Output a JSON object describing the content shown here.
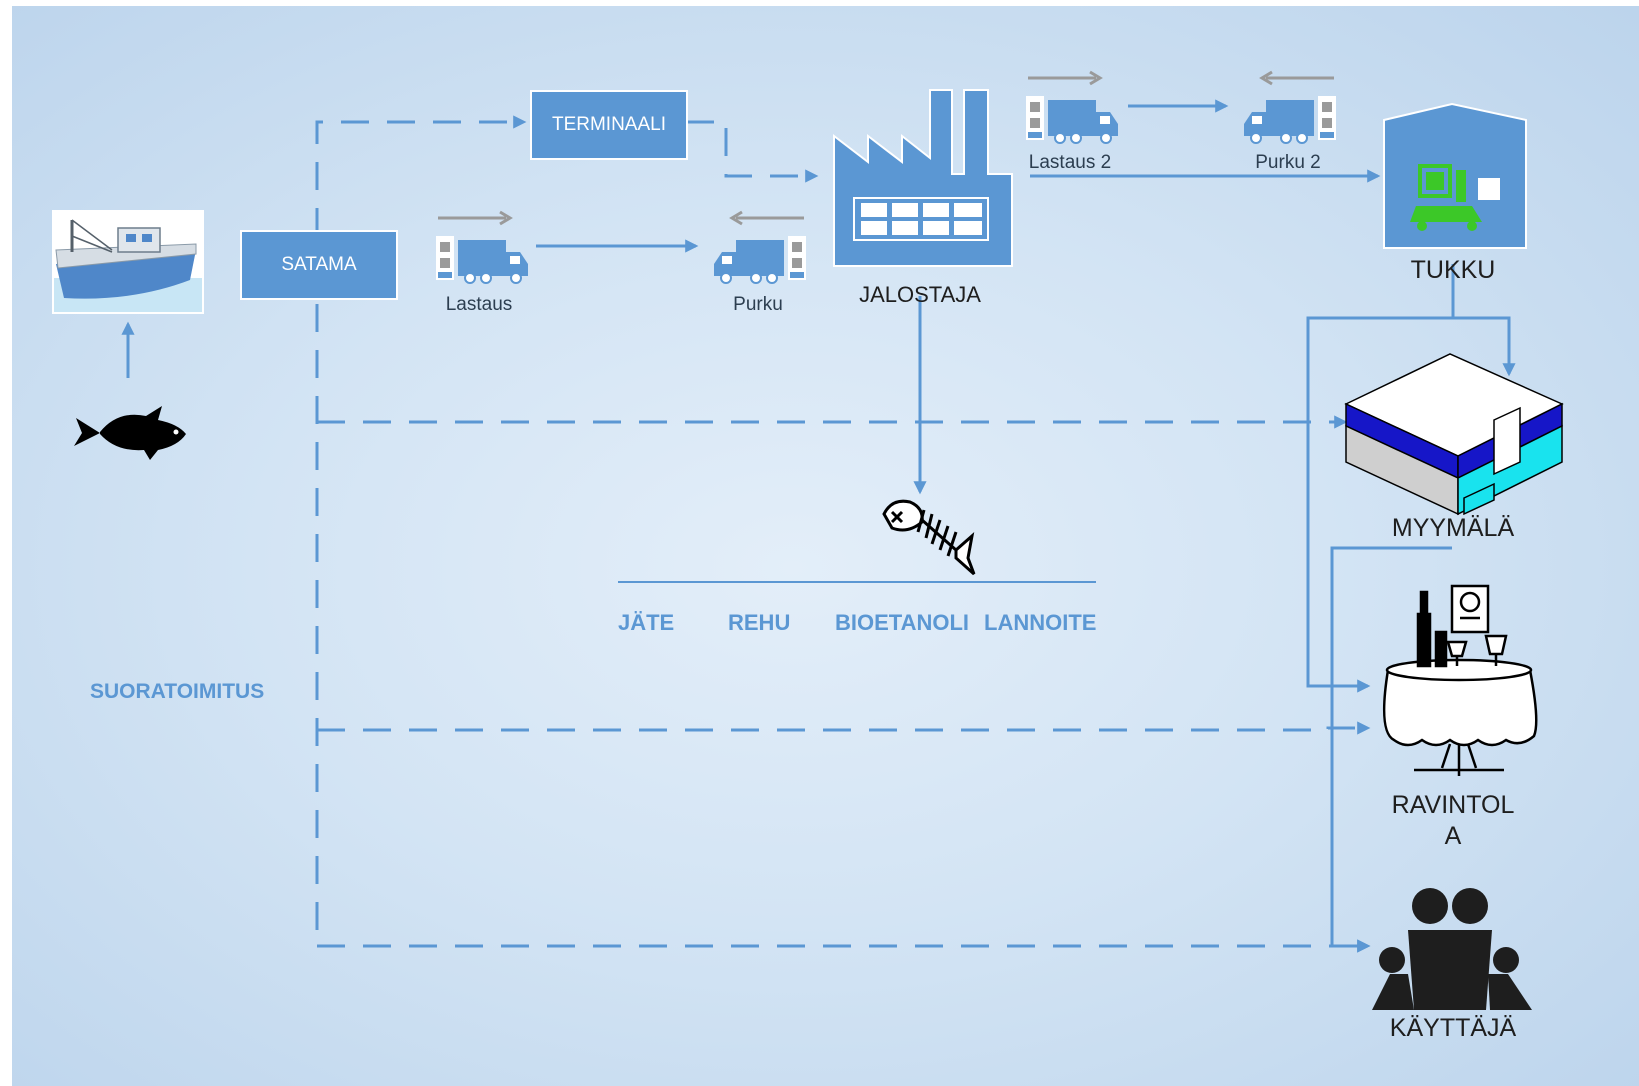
{
  "nodes": {
    "satama": "SATAMA",
    "terminaali": "TERMINAALI",
    "jalostaja": "JALOSTAJA",
    "tukku": "TUKKU",
    "myymala": "MYYMÄLÄ",
    "ravintola": "RAVINTOL\nA",
    "kayttaja": "KÄYTTÄJÄ"
  },
  "trucks": {
    "lastaus": "Lastaus",
    "purku": "Purku",
    "lastaus2": "Lastaus 2",
    "purku2": "Purku 2"
  },
  "waste_categories": [
    "JÄTE",
    "REHU",
    "BIOETANOLI",
    "LANNOITE"
  ],
  "direct_delivery": "SUORATOIMITUS",
  "colors": {
    "flow": "#5b97d3",
    "box": "#5b97d3",
    "background": "#d3e4f4",
    "truck_arrow": "#9a9a9a",
    "store_blue": "#1616c8",
    "store_cyan": "#19e3ee",
    "tukku_screen": "#3cc828"
  },
  "icons": [
    "fishing-boat-icon",
    "fish-icon",
    "truck-icon",
    "factory-icon",
    "fish-skeleton-icon",
    "warehouse-icon",
    "store-icon",
    "restaurant-table-icon",
    "family-icon"
  ]
}
